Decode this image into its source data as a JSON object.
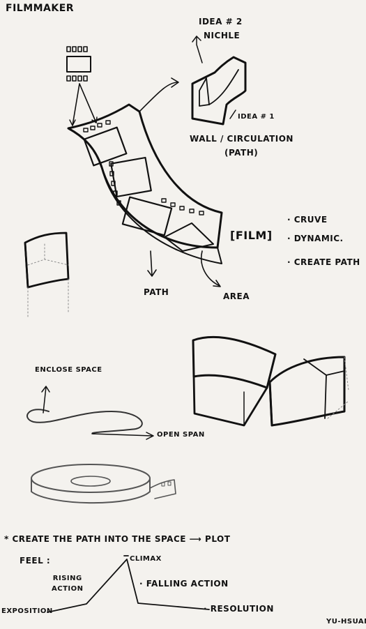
{
  "title": "FILMMAKER",
  "labels": {
    "idea2": "IDEA # 2",
    "niche": "NICHLE",
    "idea1": "IDEA # 1",
    "wall_circulation": "WALL / CIRCULATION",
    "path_paren": "(PATH)",
    "film": "[FILM]",
    "bullet_1": "· CRUVE",
    "bullet_2": "· DYNAMIC.",
    "bullet_3": "· CREATE PATH",
    "path": "PATH",
    "area": "AREA",
    "enclose_space": "ENCLOSE SPACE",
    "open_span": "OPEN SPAN",
    "plot_statement": "* CREATE THE PATH INTO THE SPACE ⟶ PLOT",
    "feel": "FEEL :",
    "climax": "CLIMAX",
    "rising_action": "RISING\nACTION",
    "falling_action": "· FALLING ACTION",
    "exposition": "EXPOSITION",
    "resolution": "· RESOLUTION",
    "author": "YU-HSUAN"
  },
  "colors": {
    "paper": "#f4f2ee",
    "ink": "#111111",
    "pencil": "#8a8a8a"
  }
}
